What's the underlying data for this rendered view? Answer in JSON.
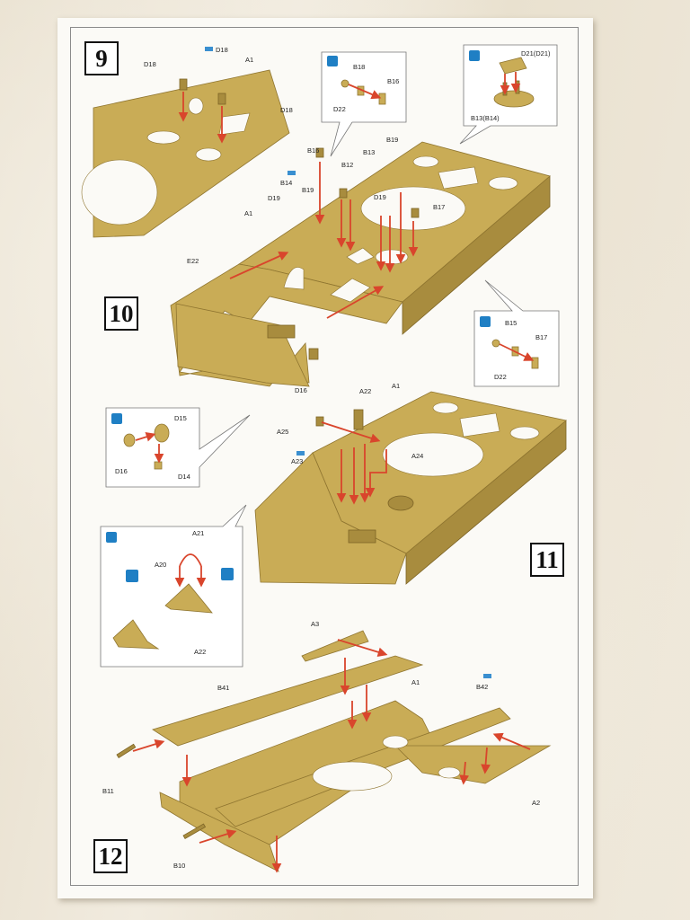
{
  "sheet": {
    "steps": [
      "9",
      "10",
      "11",
      "12"
    ]
  },
  "step9": {
    "labels": [
      "D18",
      "D18",
      "A1",
      "D18"
    ]
  },
  "callout_b18": {
    "labels": [
      "B18",
      "B16",
      "D22"
    ]
  },
  "callout_d21": {
    "labels": [
      "D21(D21)",
      "B13(B14)"
    ]
  },
  "step10": {
    "labels": [
      "B16",
      "B19",
      "B12",
      "B13",
      "B14",
      "B19",
      "D19",
      "D19",
      "B17",
      "A1",
      "E22",
      "D16"
    ]
  },
  "callout_b15": {
    "labels": [
      "B15",
      "B17",
      "D22"
    ]
  },
  "callout_d15": {
    "labels": [
      "D15",
      "D16",
      "D14"
    ]
  },
  "step11": {
    "labels": [
      "A22",
      "A1",
      "A25",
      "A24",
      "A23"
    ]
  },
  "callout_a21": {
    "labels": [
      "A21",
      "A20",
      "A22"
    ]
  },
  "step12": {
    "labels": [
      "A3",
      "B41",
      "A1",
      "B42",
      "B11",
      "B10",
      "A2"
    ]
  },
  "colors": {
    "part": "#c9ac56",
    "arrow": "#d9452c",
    "glue_icon": "#1f7fc4",
    "background_cloth": "#ece5d6",
    "paper": "#fbfaf6"
  }
}
